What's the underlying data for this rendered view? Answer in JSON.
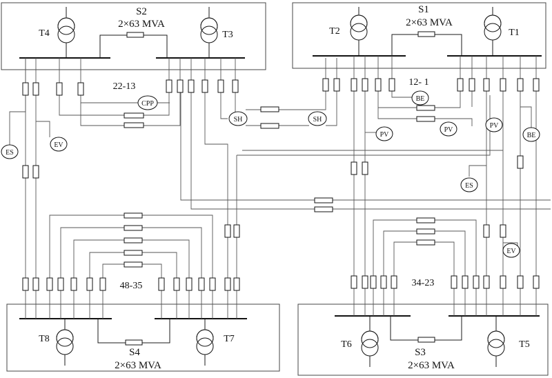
{
  "substations": [
    {
      "id": "s2",
      "name": "S2",
      "capacity": "2×63 MVA",
      "transformers": [
        "T4",
        "T3"
      ]
    },
    {
      "id": "s1",
      "name": "S1",
      "capacity": "2×63 MVA",
      "transformers": [
        "T2",
        "T1"
      ]
    },
    {
      "id": "s4",
      "name": "S4",
      "capacity": "2×63 MVA",
      "transformers": [
        "T8",
        "T7"
      ]
    },
    {
      "id": "s3",
      "name": "S3",
      "capacity": "2×63 MVA",
      "transformers": [
        "T6",
        "T5"
      ]
    }
  ],
  "feeder_counts": {
    "s2": "22-13",
    "s1": "12- 1",
    "s4": "48-35",
    "s3": "34-23"
  },
  "loads": {
    "cpp": "CPP",
    "sh_left": "SH",
    "sh_right": "SH",
    "es_left": "ES",
    "ev_left": "EV",
    "be_mid": "BE",
    "pv_mid": "PV",
    "pv_right": "PV",
    "pv_far": "PV",
    "be_far": "BE",
    "es_right": "ES",
    "ev_right": "EV"
  }
}
